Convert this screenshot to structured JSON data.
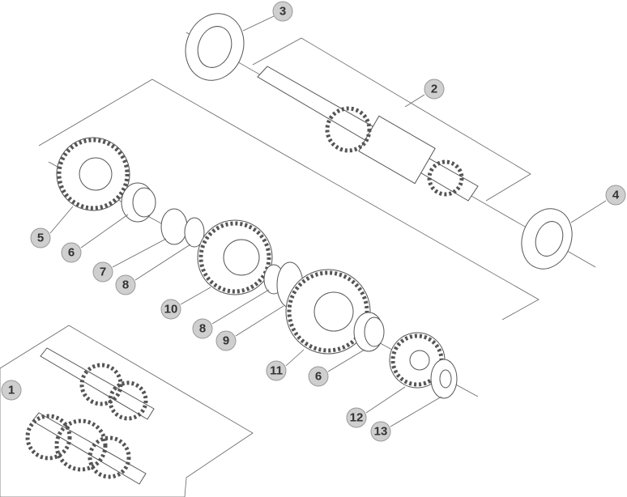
{
  "diagram": {
    "callouts": [
      "3",
      "2",
      "4",
      "5",
      "6",
      "7",
      "8",
      "10",
      "8",
      "9",
      "11",
      "6",
      "1",
      "12",
      "13"
    ],
    "colors": {
      "callout_fill": "#cfcfcf",
      "line": "#666666"
    }
  }
}
